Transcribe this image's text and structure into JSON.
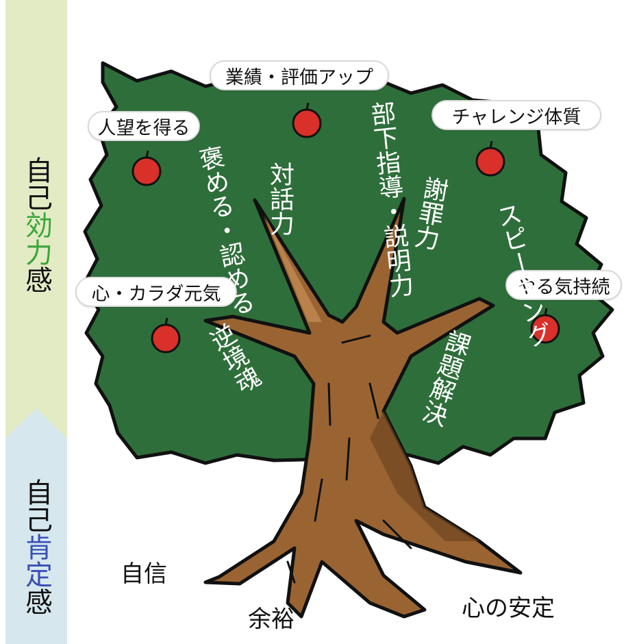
{
  "side_labels": {
    "upper": {
      "prefix": "自己",
      "accent": "効力",
      "suffix": "感",
      "accent_color": "#3aa63a"
    },
    "lower": {
      "prefix": "自己",
      "accent": "肯定",
      "suffix": "感",
      "accent_color": "#3a4fb5"
    }
  },
  "fruits": [
    "業績・評価アップ",
    "人望を得る",
    "チャレンジ体質",
    "心・カラダ元気",
    "やる気持続"
  ],
  "branches": [
    "褒める・認める",
    "対話力",
    "部下指導・説明力",
    "謝罪力",
    "スピーキング",
    "逆境魂",
    "課題解決"
  ],
  "roots": [
    "自信",
    "余裕",
    "心の安定"
  ],
  "colors": {
    "canopy": "#2e6e3a",
    "trunk": "#9a6432",
    "trunk_dark": "#6f4420",
    "apple": "#d9302a",
    "outline": "#111111"
  }
}
